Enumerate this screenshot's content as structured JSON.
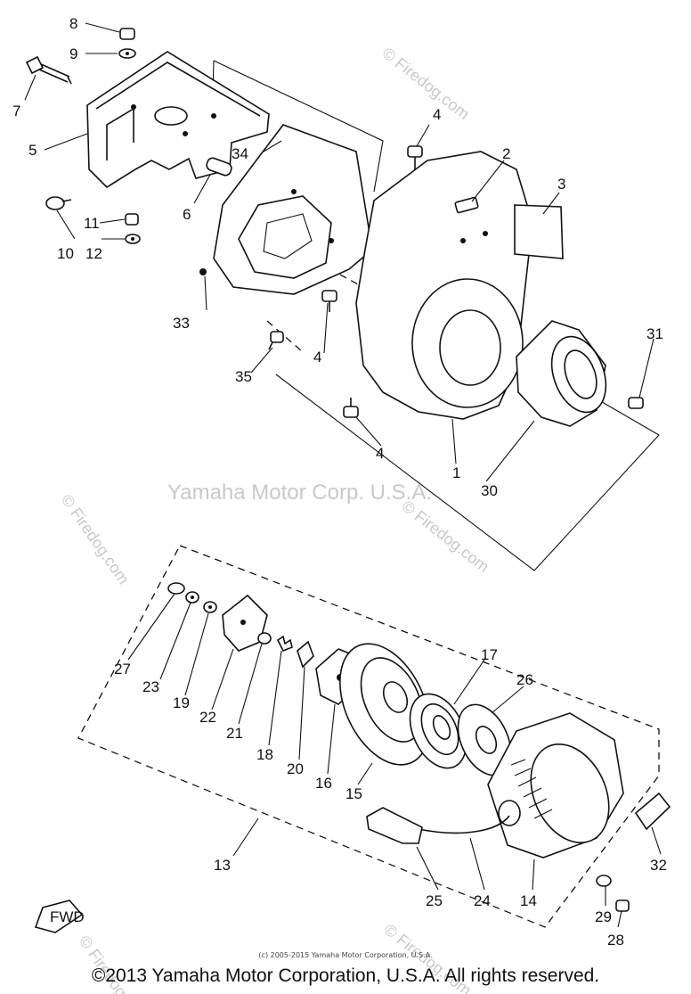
{
  "callouts": [
    "1",
    "2",
    "3",
    "4",
    "4",
    "4",
    "5",
    "6",
    "7",
    "8",
    "9",
    "10",
    "11",
    "12",
    "13",
    "14",
    "15",
    "16",
    "17",
    "18",
    "19",
    "20",
    "21",
    "22",
    "23",
    "24",
    "25",
    "26",
    "27",
    "28",
    "29",
    "30",
    "31",
    "32",
    "33",
    "34",
    "35"
  ],
  "watermarks": {
    "main": "Yamaha Motor Corp. U.S.A.",
    "firedog_1": "© Firedog.com",
    "firedog_2": "© Firedog.com",
    "firedog_3": "© Firedog.com",
    "firedog_4": "© Firedog.com",
    "firedog_5": "© Firedog.com"
  },
  "small_copyright": "(c) 2005-2015 Yamaha Motor Corporation, U.S.A.",
  "copyright": "©2013 Yamaha Motor Corporation, U.S.A. All rights reserved.",
  "fwd_label": "FWD"
}
